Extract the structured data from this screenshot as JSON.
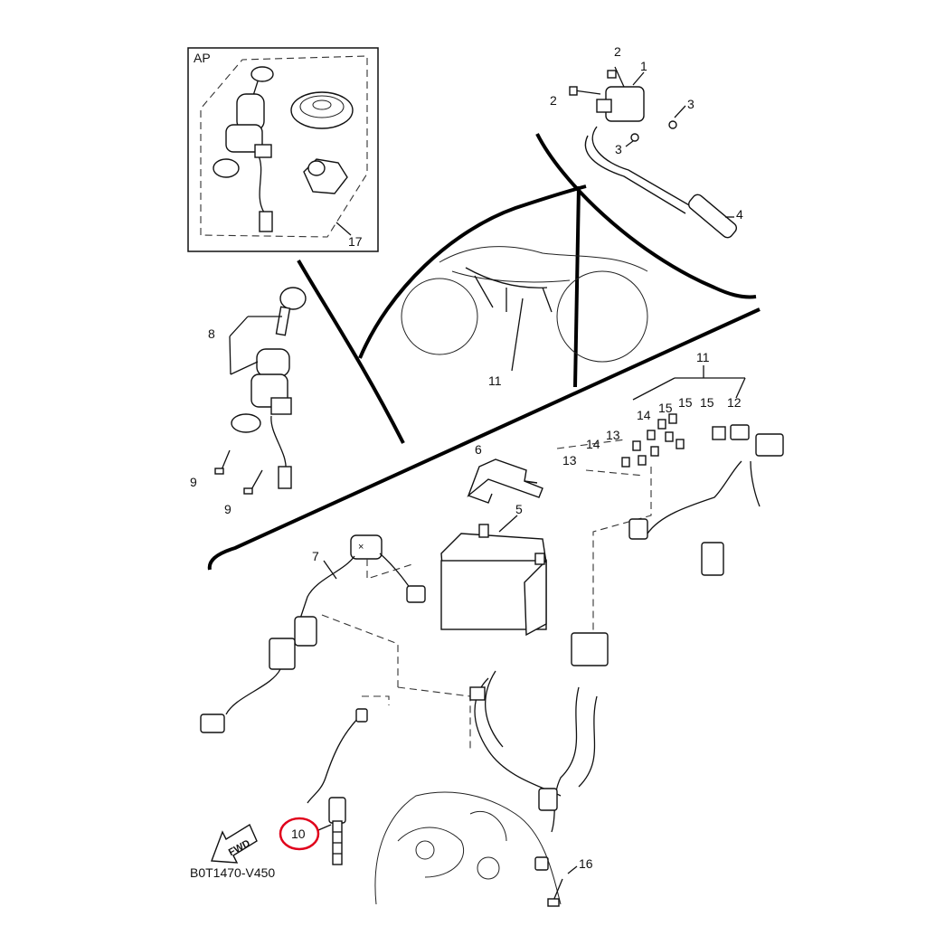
{
  "diagram": {
    "code": "B0T1470-V450",
    "inset_label": "AP",
    "fwd_label": "FWD",
    "highlight_color": "#e0001b",
    "callouts": {
      "c1": "1",
      "c2a": "2",
      "c2b": "2",
      "c3a": "3",
      "c3b": "3",
      "c4": "4",
      "c5": "5",
      "c6": "6",
      "c7": "7",
      "c8": "8",
      "c9a": "9",
      "c9b": "9",
      "c10": "10",
      "c11a": "11",
      "c11b": "11",
      "c12": "12",
      "c13a": "13",
      "c13b": "13",
      "c14a": "14",
      "c14b": "14",
      "c15a": "15",
      "c15b": "15",
      "c15c": "15",
      "c16": "16",
      "c17": "17"
    }
  }
}
